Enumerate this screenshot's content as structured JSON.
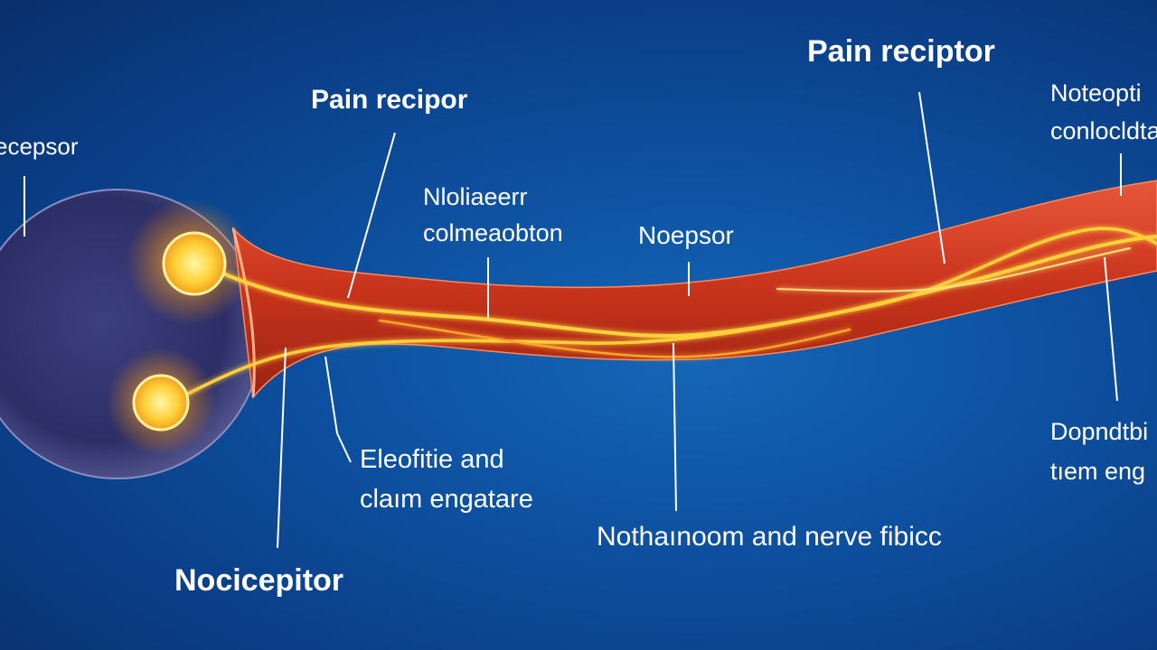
{
  "labels": {
    "top_center": "Pain recipor",
    "top_right": "Pain reciptor",
    "left_edge": "ecepsor",
    "mid_left": {
      "line1": "Nloliaeerr",
      "line2": "colmeaobton"
    },
    "mid_center": "Noepsor",
    "far_right_top": {
      "line1": "Noteopti",
      "line2": "conlocldta"
    },
    "lower_left": {
      "line1": "Eleofitie and",
      "line2": "claım engatare"
    },
    "bottom_center": "Nothaınoom and nerve fibicc",
    "bottom_left": "Nocicepitor",
    "far_right_bottom": {
      "line1": "Dopndtbi",
      "line2": "tıem eng"
    }
  },
  "colors": {
    "background": "#0d4f9e",
    "label_text": "#ffffff",
    "nerve_fiber": "#c8331b",
    "impulse_glow": "#ffd23a",
    "receptor_cell": "#2c2f66"
  }
}
